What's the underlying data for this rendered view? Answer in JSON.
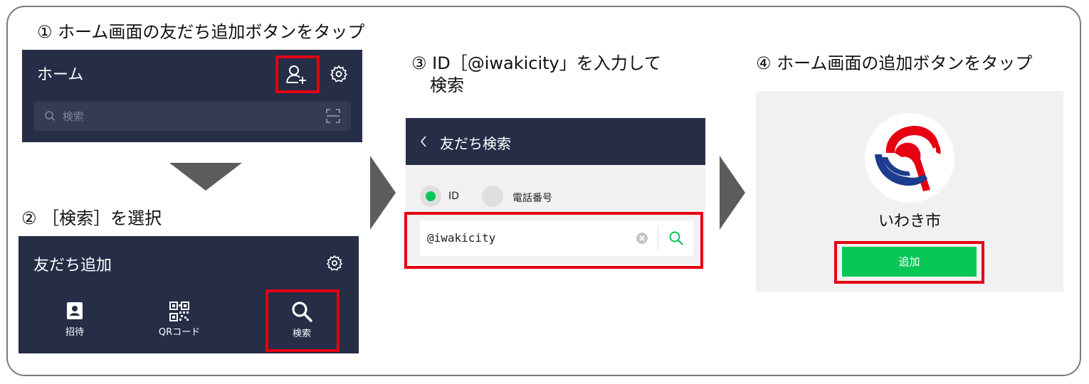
{
  "steps": {
    "s1": "① ホーム画面の友だち追加ボタンをタップ",
    "s2": "② ［検索］を選択",
    "s3_line1": "③ ID［@iwakicity」を入力して",
    "s3_line2": "検索",
    "s4": "④ ホーム画面の追加ボタンをタップ"
  },
  "home": {
    "title": "ホーム",
    "search_placeholder": "検索"
  },
  "add_friend": {
    "title": "友だち追加",
    "items": [
      {
        "label": "招待",
        "icon": "contacts-icon"
      },
      {
        "label": "QRコード",
        "icon": "qr-code-icon"
      },
      {
        "label": "検索",
        "icon": "search-icon"
      }
    ]
  },
  "friend_search": {
    "title": "友だち検索",
    "back_glyph": "<",
    "option_id": "ID",
    "option_phone": "電話番号",
    "input_value": "@iwakicity"
  },
  "result": {
    "name": "いわき市",
    "add_label": "追加"
  },
  "colors": {
    "header_bg": "#252d47",
    "highlight": "#e50012",
    "line_green": "#06c755",
    "arrow_gray": "#5c5c5c"
  }
}
